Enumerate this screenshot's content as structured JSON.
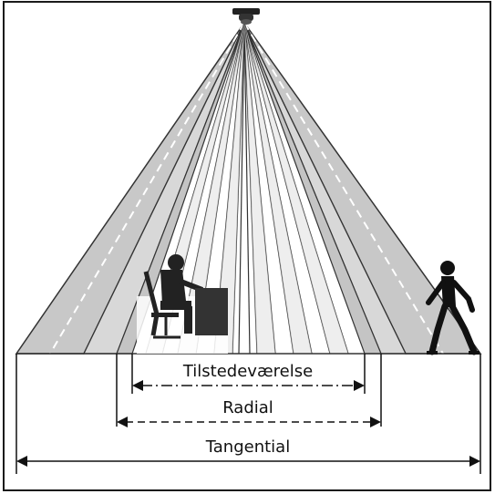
{
  "labels": {
    "presence": "Tilstedeværelse",
    "radial": "Radial",
    "tangential": "Tangential"
  },
  "icons": {
    "sensor": "ceiling-sensor-icon",
    "seated_person": "seated-person-at-desk-icon",
    "walking_person": "walking-person-icon"
  },
  "colors": {
    "frame": "#1a1a1a",
    "beam_fill": "#c8c8c8",
    "beam_line": "#333333",
    "figure": "#222222",
    "background": "#ffffff"
  }
}
